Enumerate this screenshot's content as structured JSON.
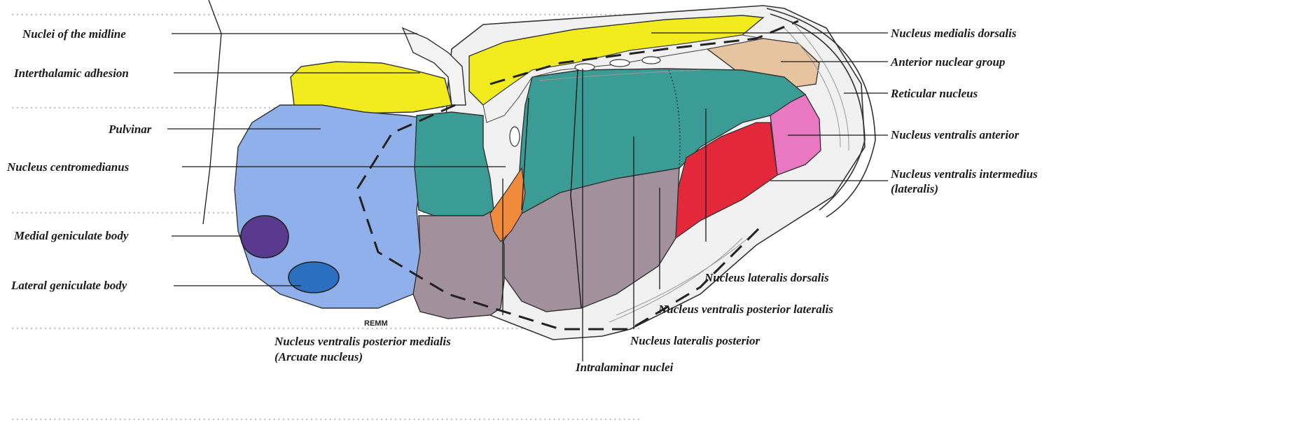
{
  "colors": {
    "yellow": "#f2ec1e",
    "blue": "#8fb0ea",
    "teal": "#3a9c95",
    "purple": "#a2909c",
    "red": "#e2283a",
    "pink": "#e977c1",
    "tan": "#e6c4a0",
    "orange": "#f08a3c",
    "dark_purple": "#5a3a8e",
    "dark_blue": "#2a6fc0",
    "white_matter": "#f1f1f1"
  },
  "labels": {
    "nuclei_midline": "Nuclei of the midline",
    "interthalamic_adhesion": "Interthalamic adhesion",
    "pulvinar": "Pulvinar",
    "nucleus_centromedianus": "Nucleus centromedianus",
    "medial_geniculate": "Medial geniculate body",
    "lateral_geniculate": "Lateral geniculate body",
    "vpm_line1": "Nucleus ventralis posterior medialis",
    "vpm_line2": "(Arcuate nucleus)",
    "intralaminar": "Intralaminar nuclei",
    "lateral_posterior": "Nucleus lateralis posterior",
    "vpl": "Nucleus ventralis posterior lateralis",
    "lateral_dorsalis": "Nucleus lateralis dorsalis",
    "vim_line1": "Nucleus ventralis intermedius",
    "vim_line2": "(lateralis)",
    "ventralis_anterior": "Nucleus ventralis anterior",
    "reticular": "Reticular nucleus",
    "anterior_group": "Anterior nuclear group",
    "medialis_dorsalis": "Nucleus medialis dorsalis"
  },
  "signature": "REMM"
}
